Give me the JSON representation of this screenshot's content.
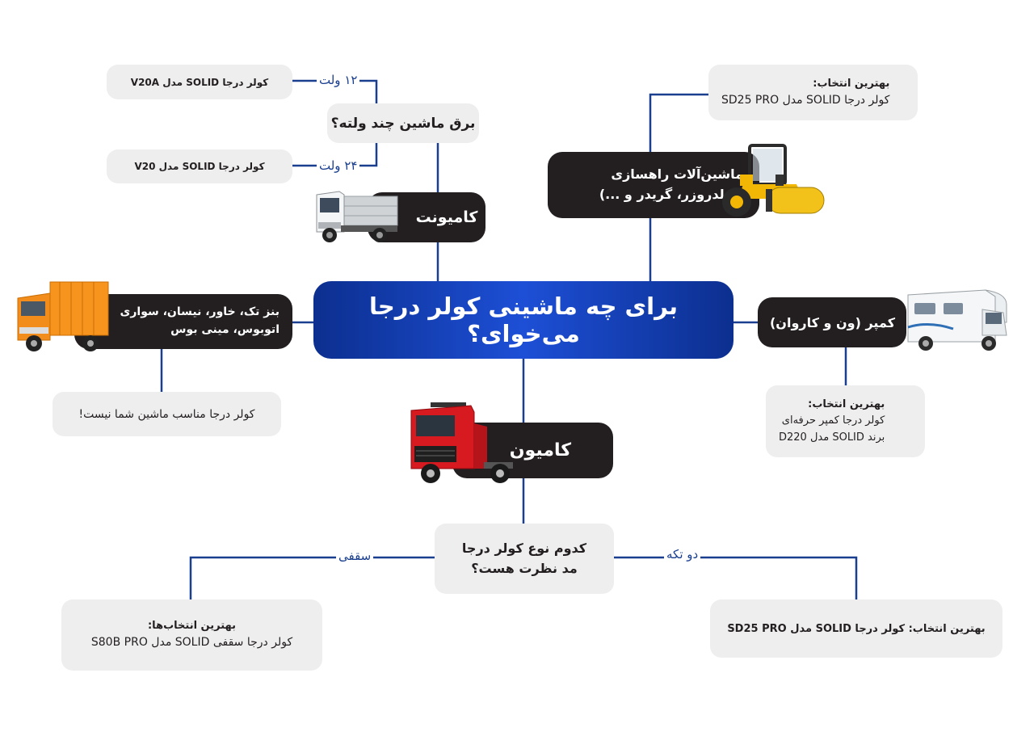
{
  "center": {
    "title": "برای چه ماشینی کولر درجا می‌خوای؟"
  },
  "categories": {
    "kamiunet": "کامیونت",
    "road_machines": {
      "line1": "ماشین‌آلات راهسازی",
      "line2": "(بولدروزر، گریدر و ...)"
    },
    "camper": "کمپر (ون و کاروان)",
    "small_vehicles": {
      "line1": "بنز تک، خاور، نیسان، سواری",
      "line2": "اتوبوس، مینی بوس"
    },
    "truck": "کامیون"
  },
  "questions": {
    "voltage": "برق ماشین چند ولته؟",
    "cooler_type": {
      "line1": "کدوم نوع کولر درجا",
      "line2": "مد نظرت هست؟"
    }
  },
  "edge_labels": {
    "v12": "۱۲ ولت",
    "v24": "۲۴ ولت",
    "roof": "سقفی",
    "split": "دو تکه"
  },
  "results": {
    "v12": "کولر درجا SOLID مدل V20A",
    "v24": "کولر درجا SOLID مدل V20",
    "road": {
      "title": "بهترین انتخاب:",
      "body": "کولر درجا SOLID مدل SD25 PRO"
    },
    "camper": {
      "title": "بهترین انتخاب:",
      "line1": "کولر درجا کمپر حرفه‌ای",
      "line2": "برند SOLID مدل D220"
    },
    "small": "کولر درجا مناسب ماشین شما نیست!",
    "roof": {
      "title": "بهترین انتخاب‌ها:",
      "body": "کولر درجا سقفی SOLID مدل S80B PRO"
    },
    "split": "بهترین انتخاب: کولر درجا SOLID مدل SD25 PRO"
  },
  "colors": {
    "line": "#1a3f8f",
    "dark_node": "#231f20",
    "gray_node": "#eeeeee",
    "center_a": "#0c2f8f",
    "center_b": "#1d4fd6"
  },
  "icons": [
    "light-truck-icon",
    "road-roller-icon",
    "camper-van-icon",
    "box-truck-icon",
    "semi-truck-icon"
  ]
}
